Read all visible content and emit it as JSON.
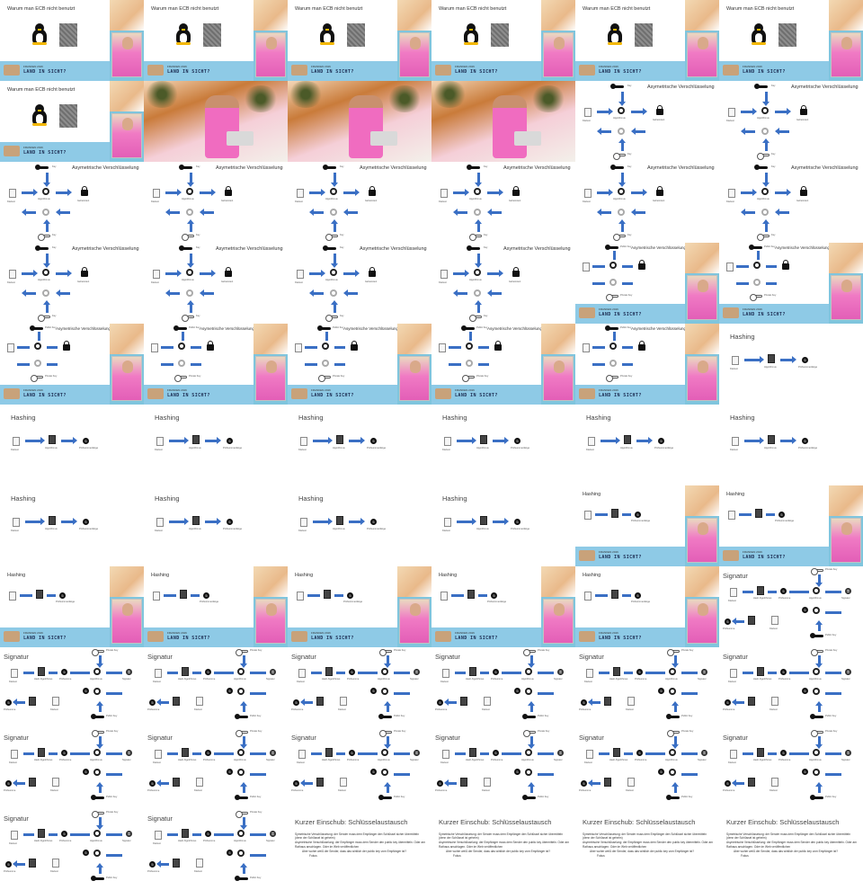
{
  "slides": {
    "ecb_title": "Warum man ECB nicht benutzt",
    "asym_title": "Asymetrische Verschlüsselung",
    "hashing_title": "Hashing",
    "signatur_title": "Signatur",
    "key_exchange_title": "Kurzer Einschub: Schlüsselaustausch"
  },
  "banner": {
    "text": "LAND IN SICHT?",
    "sub": "FRANKEN 2016"
  },
  "labels": {
    "klartext": "Klartext",
    "algorithmus": "Algorithmus",
    "geheimtext": "Geheimtext",
    "key": "Key",
    "public_key": "Public Key",
    "private_key": "Private Key",
    "pruefsumme": "Prüfsummenlänge",
    "pruefsumme_short": "Prüfsumme",
    "hash_algorithmus": "Hash Algorithmus",
    "signatur": "Signatur"
  },
  "key_exchange_bullets": [
    "Symetrische Verschlüsselung: der Sender muss dem Empfänger den Schlüssel sicher übermitteln (denn der Schlüssel ist geheim)",
    "Asymetrische Verschlüsselung: der Empfänger muss dem Sender den public key übermitteln. Oder am Rathaus anschlagen. Oder im Web veröffentlichen",
    "Aber woher weiß der Sender, dass das wirklich der public key vom Empfänger ist?",
    "Fokus"
  ]
}
